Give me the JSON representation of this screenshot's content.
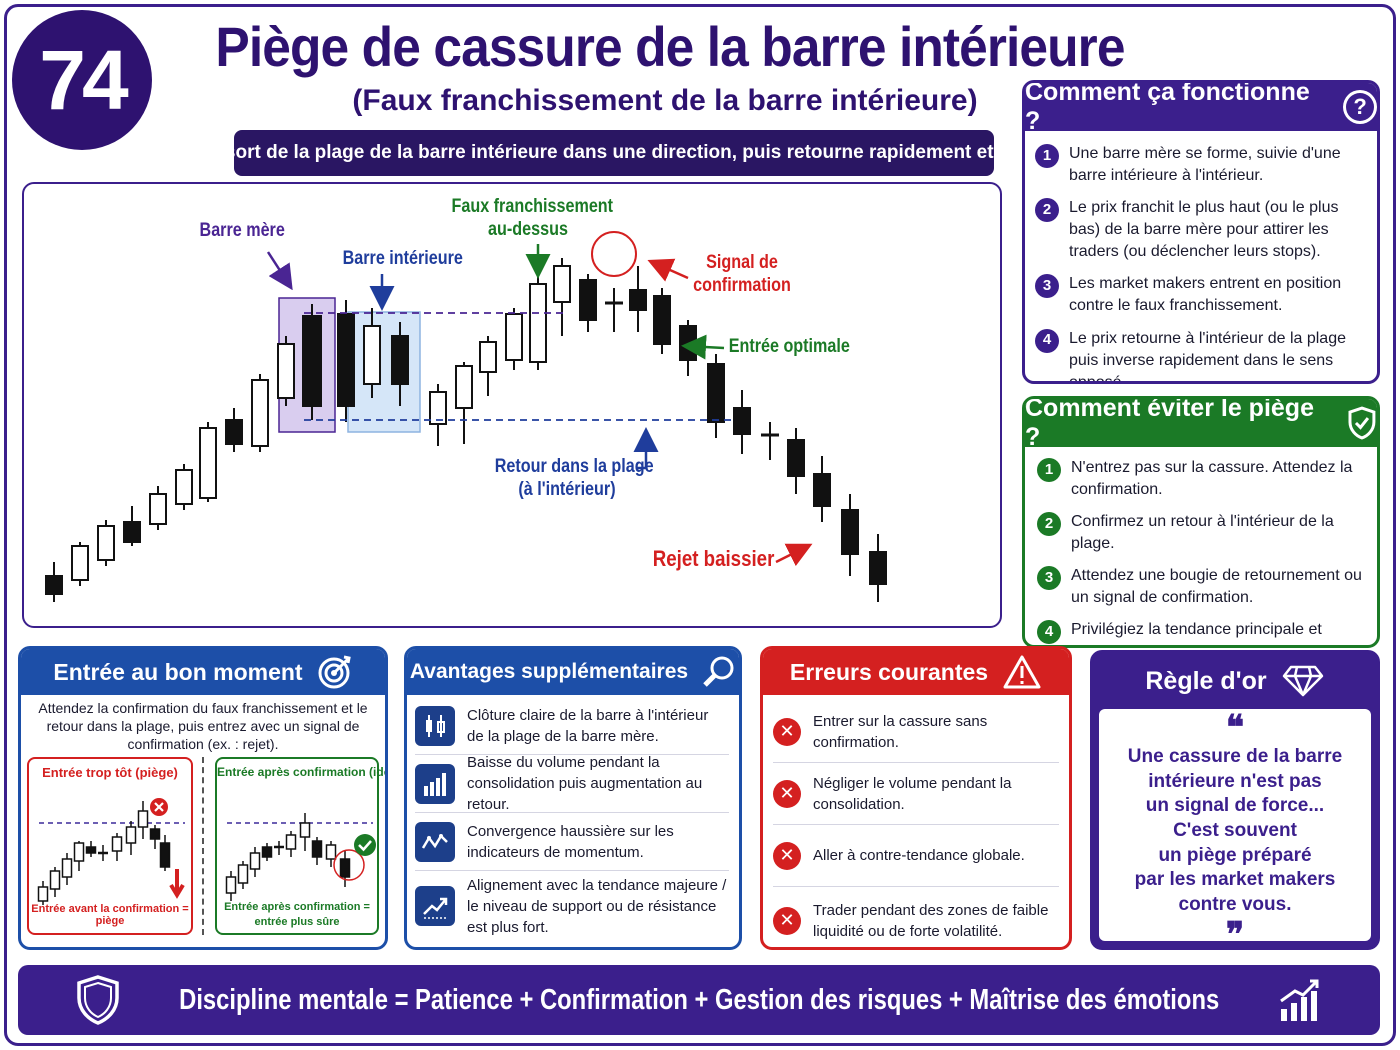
{
  "header": {
    "number": "74",
    "title": "Piège de cassure de la barre intérieure",
    "subtitle": "(Faux franchissement de la barre intérieure)",
    "banner": "Le prix sort de la plage de la barre intérieure dans une direction, puis retourne rapidement et inverse."
  },
  "chart": {
    "labels": {
      "mother_bar": "Barre mère",
      "inside_bar": "Barre intérieure",
      "false_break_l1": "Faux franchissement",
      "false_break_l2": "au-dessus",
      "signal_l1": "Signal de",
      "signal_l2": "confirmation",
      "optimal_entry": "Entrée optimale",
      "return_l1": "Retour dans la plage",
      "return_l2": "(à l'intérieur)",
      "bearish_rejection": "Rejet baissier"
    },
    "colors": {
      "up": "#ffffff",
      "down": "#111111",
      "mother": "#c9b8e8",
      "inside": "#c7ddf5",
      "green": "#1b7a26",
      "red": "#d42020",
      "blue": "#1f3d9c",
      "purple": "#4a2593"
    }
  },
  "how": {
    "title": "Comment ça fonctionne ?",
    "icon": "question-icon",
    "steps": [
      {
        "n": "1",
        "text": "Une barre mère se forme, suivie d'une barre intérieure à l'intérieur."
      },
      {
        "n": "2",
        "text": "Le prix franchit le plus haut (ou le plus bas) de la barre mère pour attirer les traders (ou déclencher leurs stops)."
      },
      {
        "n": "3",
        "text": "Les market makers entrent en position contre le faux franchissement."
      },
      {
        "n": "4",
        "text": "Le prix retourne à l'intérieur de la plage puis inverse rapidement dans le sens opposé."
      }
    ]
  },
  "avoid": {
    "title": "Comment éviter le piège ?",
    "icon": "shield-check-icon",
    "steps": [
      {
        "n": "1",
        "text": "N'entrez pas sur la cassure. Attendez la confirmation."
      },
      {
        "n": "2",
        "text": "Confirmez un retour à l'intérieur de la plage."
      },
      {
        "n": "3",
        "text": "Attendez une bougie de retournement ou un signal de confirmation."
      },
      {
        "n": "4",
        "text": "Privilégiez la tendance principale et tradez dans son sens."
      }
    ]
  },
  "timing": {
    "title": "Entrée au bon moment",
    "intro": "Attendez la confirmation du faux franchissement et le retour dans la plage, puis entrez avec un signal de confirmation (ex. : rejet).",
    "bad_title": "Entrée trop tôt (piège)",
    "bad_caption": "Entrée avant la confirmation = piège",
    "good_title": "Entrée après confirmation (idéale)",
    "good_caption_l1": "Entrée après confirmation =",
    "good_caption_l2": "entrée plus sûre"
  },
  "advantages": {
    "title": "Avantages supplémentaires",
    "items": [
      {
        "icon": "candles-icon",
        "text": "Clôture claire de la barre à l'intérieur de la plage de la barre mère."
      },
      {
        "icon": "volume-bars-icon",
        "text": "Baisse du volume pendant la consolidation puis augmentation au retour."
      },
      {
        "icon": "indicator-wave-icon",
        "text": "Convergence haussière sur les indicateurs de momentum."
      },
      {
        "icon": "trend-up-icon",
        "text": "Alignement avec la tendance majeure / le niveau de support ou de résistance est plus fort."
      }
    ]
  },
  "errors": {
    "title": "Erreurs courantes",
    "items": [
      "Entrer sur la cassure sans confirmation.",
      "Négliger le volume pendant la consolidation.",
      "Aller à contre-tendance globale.",
      "Trader pendant des zones de faible liquidité ou de forte volatilité."
    ]
  },
  "rule": {
    "title": "Règle d'or",
    "open_quote": "❝",
    "close_quote": "❞",
    "lines": [
      "Une cassure de la barre",
      "intérieure n'est pas",
      "un signal de force...",
      "C'est souvent",
      "un piège préparé",
      "par les market makers",
      "contre vous."
    ]
  },
  "footer": {
    "text": "Discipline mentale = Patience + Confirmation + Gestion des risques + Maîtrise des émotions"
  }
}
